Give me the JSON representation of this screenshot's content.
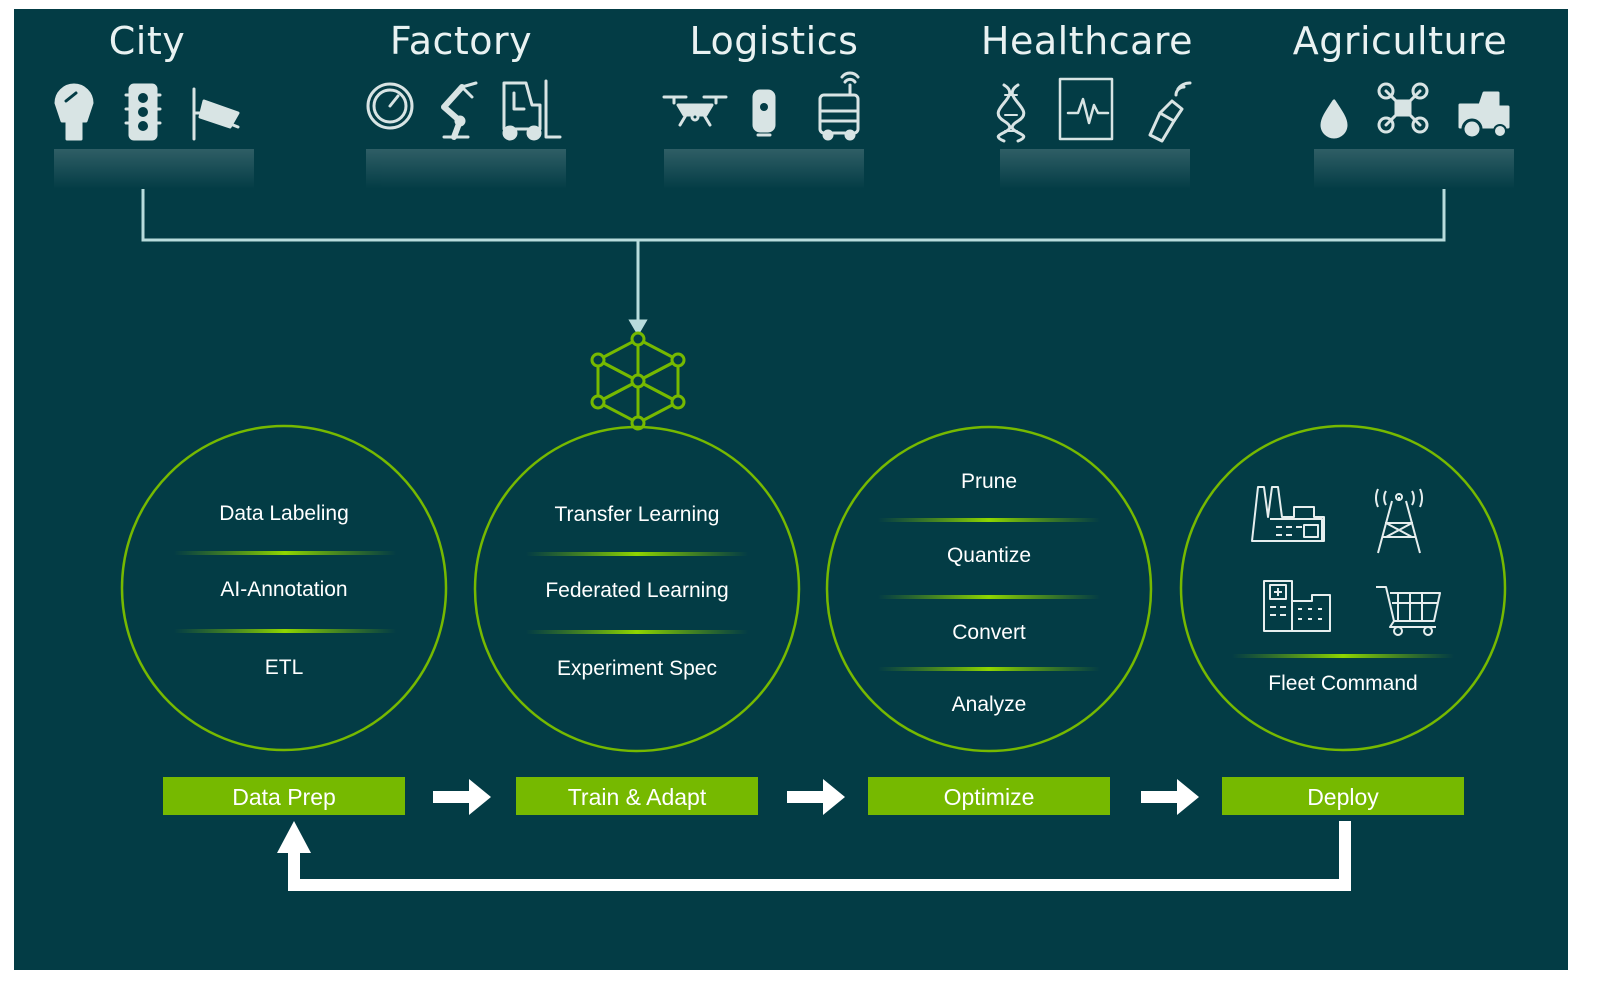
{
  "colors": {
    "background": "#033c45",
    "accent_green": "#76b900",
    "connector": "#b8dcdc",
    "icon": "#d8e4e4"
  },
  "domains": [
    {
      "title": "City",
      "icons": [
        "parking-meter-icon",
        "traffic-light-icon",
        "security-camera-icon"
      ]
    },
    {
      "title": "Factory",
      "icons": [
        "gauge-icon",
        "robot-arm-icon",
        "forklift-icon"
      ]
    },
    {
      "title": "Logistics",
      "icons": [
        "drone-icon",
        "sensor-device-icon",
        "delivery-robot-icon"
      ]
    },
    {
      "title": "Healthcare",
      "icons": [
        "dna-icon",
        "heart-monitor-icon",
        "ultrasound-probe-icon"
      ]
    },
    {
      "title": "Agriculture",
      "icons": [
        "water-drop-icon",
        "quadcopter-icon",
        "tractor-icon"
      ]
    }
  ],
  "center_icon": "neural-network-icon",
  "stages": [
    {
      "label": "Data Prep",
      "items": [
        "Data Labeling",
        "AI-Annotation",
        "ETL"
      ]
    },
    {
      "label": "Train & Adapt",
      "items": [
        "Transfer Learning",
        "Federated Learning",
        "Experiment Spec"
      ]
    },
    {
      "label": "Optimize",
      "items": [
        "Prune",
        "Quantize",
        "Convert",
        "Analyze"
      ]
    },
    {
      "label": "Deploy",
      "icons": [
        "factory-icon",
        "cell-tower-icon",
        "hospital-icon",
        "shopping-cart-icon"
      ],
      "items": [
        "Fleet Command"
      ]
    }
  ]
}
